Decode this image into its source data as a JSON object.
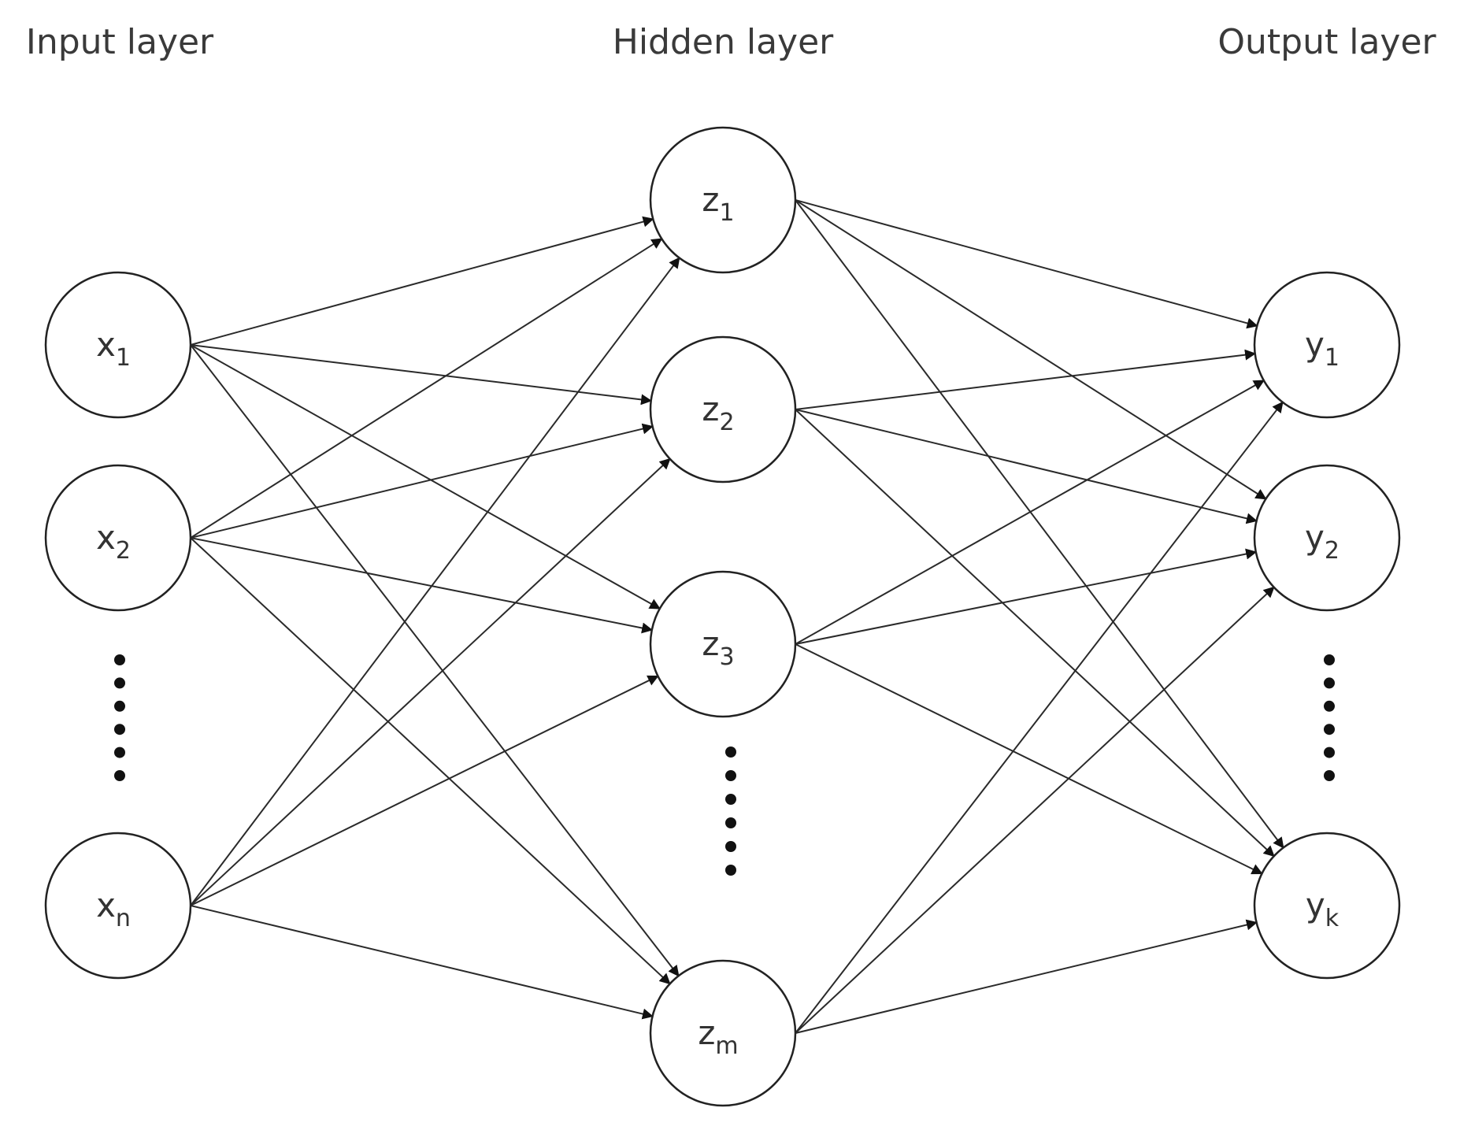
{
  "titles": {
    "input": "Input layer",
    "hidden": "Hidden layer",
    "output": "Output layer"
  },
  "layers": {
    "input": [
      {
        "id": "x1",
        "base": "x",
        "sub": "1"
      },
      {
        "id": "x2",
        "base": "x",
        "sub": "2"
      },
      {
        "id": "xn",
        "base": "x",
        "sub": "n"
      }
    ],
    "hidden": [
      {
        "id": "z1",
        "base": "z",
        "sub": "1"
      },
      {
        "id": "z2",
        "base": "z",
        "sub": "2"
      },
      {
        "id": "z3",
        "base": "z",
        "sub": "3"
      },
      {
        "id": "zm",
        "base": "z",
        "sub": "m"
      }
    ],
    "output": [
      {
        "id": "y1",
        "base": "y",
        "sub": "1"
      },
      {
        "id": "y2",
        "base": "y",
        "sub": "2"
      },
      {
        "id": "yk",
        "base": "y",
        "sub": "k"
      }
    ]
  },
  "connections": "fully-connected",
  "ellipsis_marks": [
    "input",
    "hidden",
    "output"
  ]
}
